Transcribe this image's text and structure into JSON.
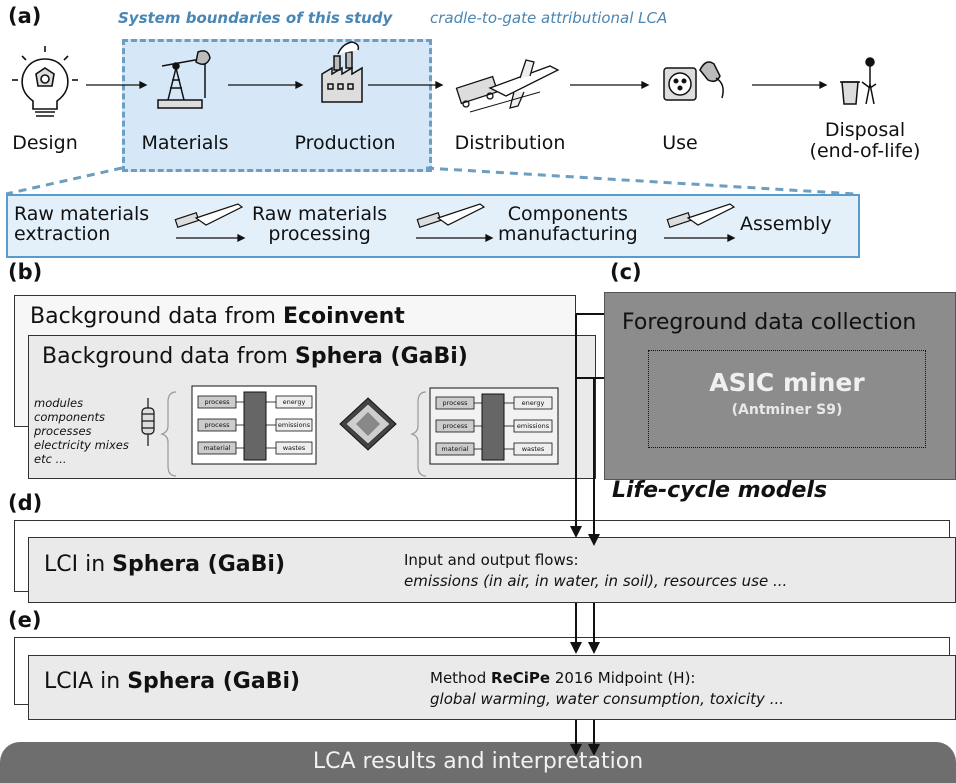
{
  "panel_a": {
    "label": "(a)",
    "boundary_title": "System boundaries of this study",
    "boundary_subtitle": "cradle-to-gate attributional LCA",
    "stages": [
      {
        "label": "Design",
        "icon": "lightbulb-icon"
      },
      {
        "label": "Materials",
        "icon": "oil-pump-icon"
      },
      {
        "label": "Production",
        "icon": "factory-icon"
      },
      {
        "label": "Distribution",
        "icon": "truck-plane-icon"
      },
      {
        "label": "Use",
        "icon": "power-plug-icon"
      },
      {
        "label_line1": "Disposal",
        "label_line2": "(end-of-life)",
        "icon": "trash-bin-icon"
      }
    ],
    "detail_steps": [
      {
        "line1": "Raw materials",
        "line2": "extraction"
      },
      {
        "line1": "Raw materials",
        "line2": "processing"
      },
      {
        "line1": "Components",
        "line2": "manufacturing"
      },
      {
        "line1": "Assembly",
        "line2": ""
      }
    ]
  },
  "panel_b": {
    "label": "(b)",
    "ecoinvent_prefix": "Background data from ",
    "ecoinvent_bold": "Ecoinvent",
    "sphera_prefix": "Background data from ",
    "sphera_bold": "Sphera (GaBi)",
    "items": [
      "modules",
      "components",
      "processes",
      "electricity mixes",
      "etc ..."
    ],
    "process_diagram_1": {
      "process_a": "process",
      "process_b": "process",
      "material": "material",
      "energy": "energy",
      "emissions": "emissions",
      "wastes": "wastes"
    },
    "process_diagram_2": {
      "process_a": "process",
      "process_b": "process",
      "material": "material",
      "energy": "energy",
      "emissions": "emissions",
      "wastes": "wastes"
    }
  },
  "panel_c": {
    "label": "(c)",
    "title": "Foreground data collection",
    "device_name": "ASIC miner",
    "device_model": "(Antminer S9)"
  },
  "life_cycle_models": "Life-cycle models",
  "panel_d": {
    "label": "(d)",
    "title_prefix": "LCI in ",
    "title_bold": "Sphera (GaBi)",
    "flows_title": "Input and output flows:",
    "flows_detail": "emissions (in air, in water, in soil), resources use ..."
  },
  "panel_e": {
    "label": "(e)",
    "title_prefix": "LCIA in ",
    "title_bold": "Sphera (GaBi)",
    "method_prefix": "Method ",
    "method_bold": "ReCiPe",
    "method_suffix": " 2016 Midpoint (H):",
    "method_detail": "global warming, water consumption, toxicity ..."
  },
  "results": "LCA results and interpretation",
  "colors": {
    "boundary_fill": "#d6e8f7",
    "boundary_border": "#6b9ec0",
    "title_blue": "#4a86b4",
    "panel_c_fill": "#8c8c8c",
    "results_fill": "#6e6e6e"
  }
}
